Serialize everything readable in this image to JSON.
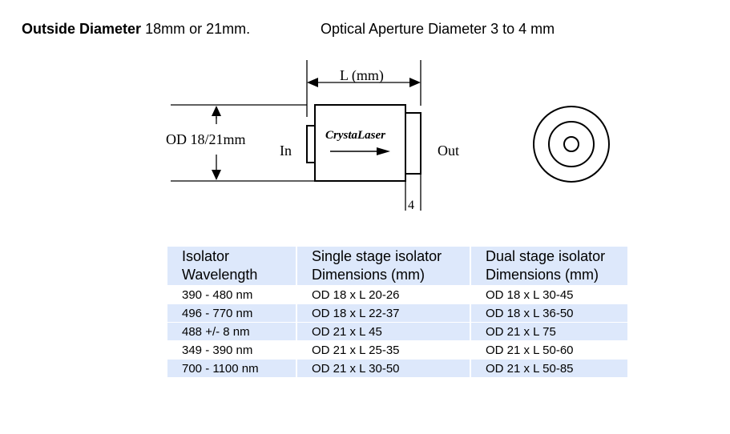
{
  "header": {
    "od_label": "Outside Diameter",
    "od_value": "18mm or 21mm.",
    "aperture": "Optical Aperture Diameter 3 to 4 mm"
  },
  "diagram": {
    "length_label": "L (mm)",
    "od_label": "OD 18/21mm",
    "in_label": "In",
    "out_label": "Out",
    "brand": "CrystaLaser",
    "offset_label": "4"
  },
  "table": {
    "headers": [
      [
        "Isolator",
        "Wavelength"
      ],
      [
        "Single stage isolator",
        "Dimensions (mm)"
      ],
      [
        "Dual stage isolator",
        "Dimensions (mm)"
      ]
    ],
    "rows": [
      [
        "390 - 480 nm",
        "OD 18 x L 20-26",
        "OD 18 x L 30-45"
      ],
      [
        "496 - 770 nm",
        "OD 18 x L 22-37",
        "OD 18 x L 36-50"
      ],
      [
        "488 +/- 8 nm",
        "OD 21 x L 45",
        "OD 21 x L 75"
      ],
      [
        "349 - 390 nm",
        "OD 21 x L 25-35",
        "OD 21 x L 50-60"
      ],
      [
        "700 - 1100 nm",
        "OD 21 x L 30-50",
        "OD 21 x L 50-85"
      ]
    ],
    "row_shading": [
      "white",
      "blue",
      "blue",
      "white",
      "blue"
    ],
    "shade_color": "#dde8fb"
  }
}
